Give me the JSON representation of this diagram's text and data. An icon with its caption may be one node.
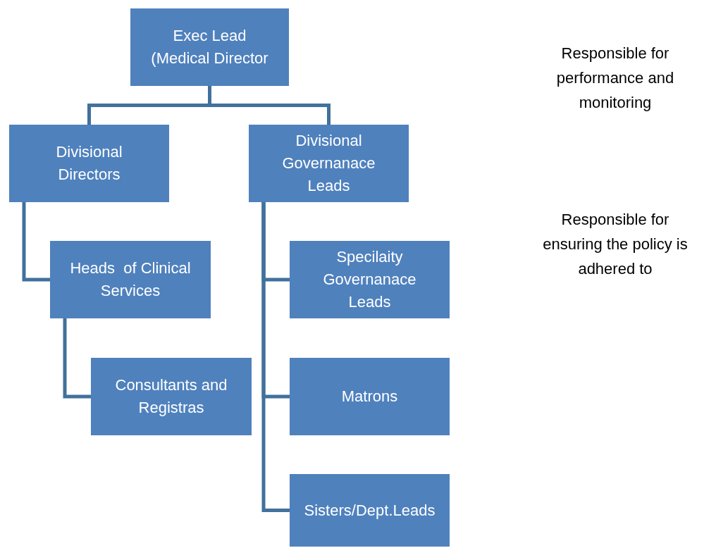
{
  "diagram": {
    "nodes": [
      {
        "text": [
          "Exec Lead (Medical Director"
        ]
      },
      {
        "text": [
          "Divisional Directors"
        ]
      },
      {
        "text": [
          "Divisional Governanace Leads"
        ]
      },
      {
        "text": [
          "Heads  of Clinical Services"
        ]
      },
      {
        "text": [
          "Consultants and Registras"
        ]
      },
      {
        "text": [
          "Specilaity Governanace Leads"
        ]
      },
      {
        "text": [
          "Matrons"
        ]
      },
      {
        "text": [
          "Sisters/Dept.Leads"
        ]
      }
    ],
    "edges": [
      {
        "from": 0,
        "to": 1,
        "arrow": "none"
      },
      {
        "from": 0,
        "to": 2,
        "arrow": "none"
      },
      {
        "from": 1,
        "to": 3,
        "arrow": "none"
      },
      {
        "from": 3,
        "to": 4,
        "arrow": "none"
      },
      {
        "from": 2,
        "to": 5,
        "arrow": "none"
      },
      {
        "from": 2,
        "to": 6,
        "arrow": "none"
      },
      {
        "from": 2,
        "to": 7,
        "arrow": "none"
      }
    ],
    "labels": [
      "Responsible for performance and monitoring",
      "Responsible for ensuring the policy is adhered to"
    ]
  }
}
